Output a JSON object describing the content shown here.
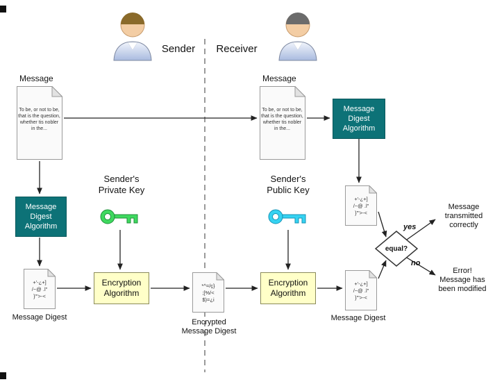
{
  "header": {
    "sender_label": "Sender",
    "receiver_label": "Receiver"
  },
  "sender": {
    "message_title": "Message",
    "message_body": "To be, or not to be, that is the question, whether tis nobler in the...",
    "digest_box": "Message Digest Algorithm",
    "digest_lines": [
      "+'-¿+]",
      "/~@ .l\"",
      "}'\">-<"
    ],
    "digest_label": "Message Digest",
    "key_lines": [
      "Sender's",
      "Private Key"
    ],
    "encrypt_box": "Encryption Algorithm",
    "encrypted_lines": [
      "*^=/ç}",
      ";[%/<",
      "$)=¿i"
    ],
    "encrypted_label_lines": [
      "Encrypted",
      "Message Digest"
    ]
  },
  "receiver": {
    "message_title": "Message",
    "message_body": "To be, or not to be, that is the question, whether tis nobler in the...",
    "digest_box": "Message Digest Algorithm",
    "computed_lines": [
      "+'-¿+]",
      "/~@ .l\"",
      "}'\">-<"
    ],
    "key_lines": [
      "Sender's",
      "Public Key"
    ],
    "decrypt_box": "Encryption Algorithm",
    "decrypted_lines": [
      "+'-¿+]",
      "/~@ .l\"",
      "}'\">-<"
    ],
    "decrypted_label": "Message Digest"
  },
  "decision": {
    "label": "equal?",
    "yes": "yes",
    "no": "no",
    "yes_outcome_lines": [
      "Message",
      "transmitted",
      "correctly"
    ],
    "no_outcome_lines": [
      "Error!",
      "Message has",
      "been modified"
    ]
  },
  "colors": {
    "teal_box": "#0d7277",
    "yellow_box": "#ffffc8",
    "private_key_green": "#3fd95f",
    "public_key_cyan": "#35d3f2",
    "arrow": "#222222"
  }
}
